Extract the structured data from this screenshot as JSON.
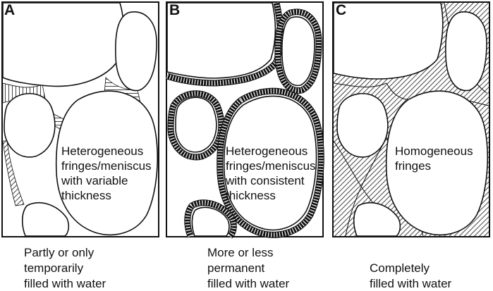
{
  "panels": [
    {
      "letter": "A",
      "inner_lines": [
        "Heterogeneous",
        "fringes/meniscus",
        "with variable",
        "thickness"
      ],
      "caption_lines": [
        "Partly or only",
        "temporarily",
        "filled with water"
      ]
    },
    {
      "letter": "B",
      "inner_lines": [
        "Heterogeneous",
        "fringes/meniscus",
        "with consistent",
        "thickness"
      ],
      "caption_lines": [
        "More or less",
        "permanent",
        "filled with water"
      ]
    },
    {
      "letter": "C",
      "inner_lines": [
        "Homogeneous",
        "fringes"
      ],
      "caption_lines": [
        "Completely",
        "filled with water"
      ]
    }
  ],
  "colors": {
    "stroke": "#111111",
    "background": "#ffffff",
    "fringe_hatch": "#444444"
  }
}
